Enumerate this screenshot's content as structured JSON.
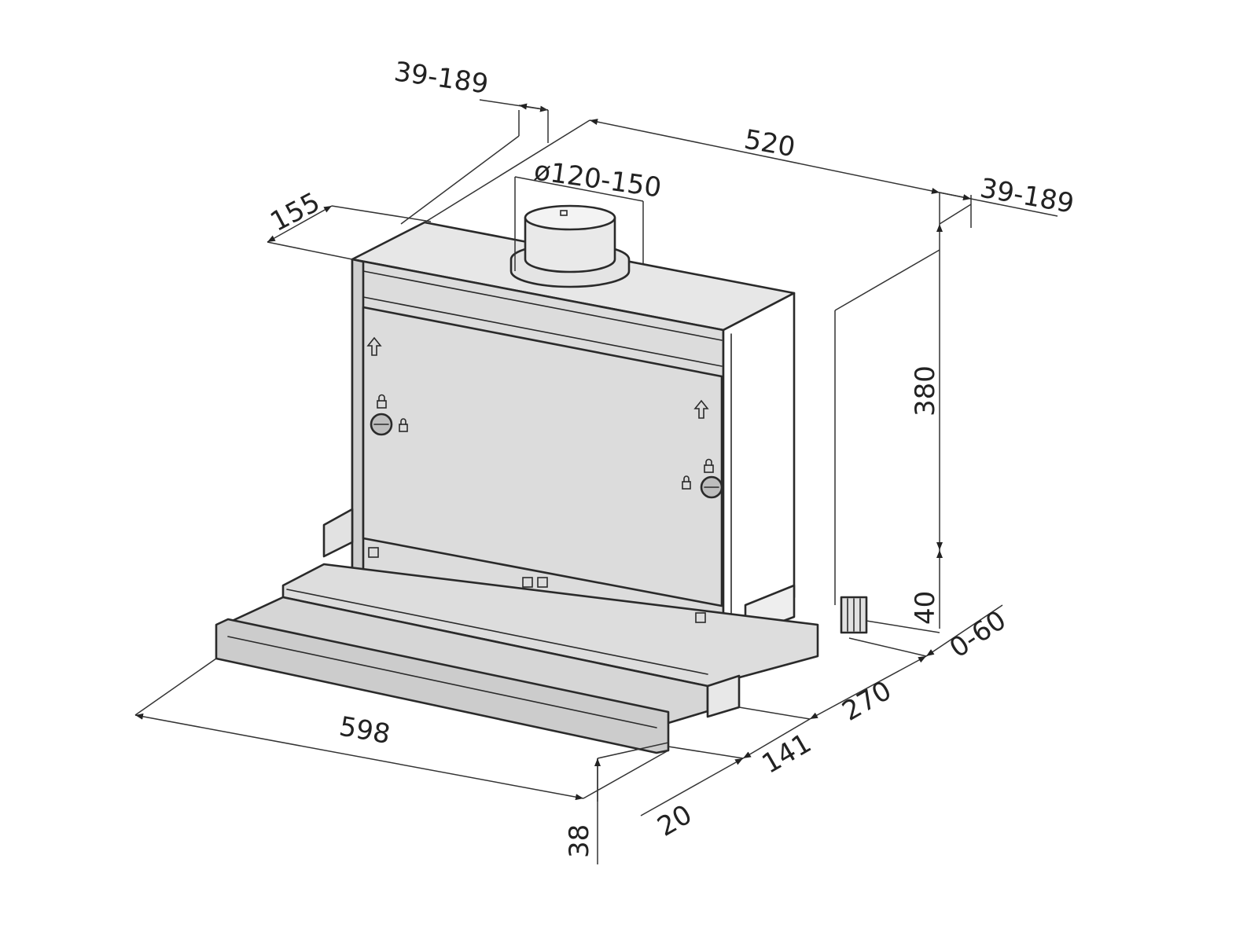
{
  "diagram": {
    "dimensions": {
      "depth_adjust_top": "39-189",
      "width_body": "520",
      "duct_diameter": "ø120-150",
      "depth_adjust_right": "39-189",
      "front_offset": "155",
      "height_body": "380",
      "clearance_40": "40",
      "extension_0_60": "0-60",
      "depth_270": "270",
      "depth_141": "141",
      "front_20": "20",
      "front_height_38": "38",
      "width_598": "598"
    },
    "colors": {
      "body_face": "#dcdcdc",
      "body_top": "#e7e7e7",
      "body_side": "#ffffff",
      "tray": "#d6d6d6",
      "line": "#2a2a2a"
    },
    "icons": [
      "arrow-up-icon",
      "lock-icon",
      "screw-knob-icon"
    ]
  }
}
